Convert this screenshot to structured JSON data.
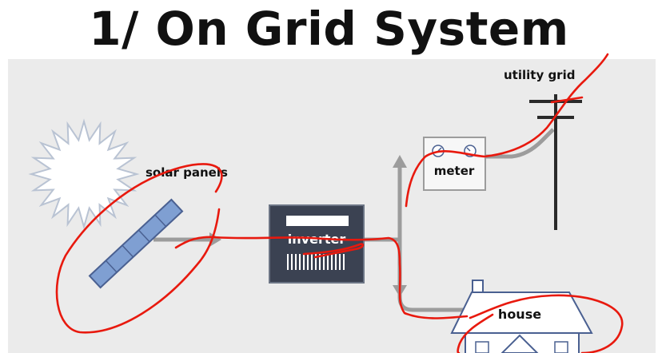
{
  "title": "1/ On Grid System",
  "diagram": {
    "labels": {
      "solar_panels": "solar panels",
      "inverter": "inverter",
      "meter": "meter",
      "utility_grid": "utility grid",
      "house": "house"
    },
    "components": [
      "sun-icon",
      "solar-panel-icon",
      "inverter-icon",
      "meter-icon",
      "utility-pole-icon",
      "house-icon"
    ],
    "colors": {
      "background": "#ebebeb",
      "wire": "#9c9c9c",
      "panel": "#7f9fd2",
      "inverter_body": "#3b4252",
      "annotation": "#e8190e"
    }
  }
}
